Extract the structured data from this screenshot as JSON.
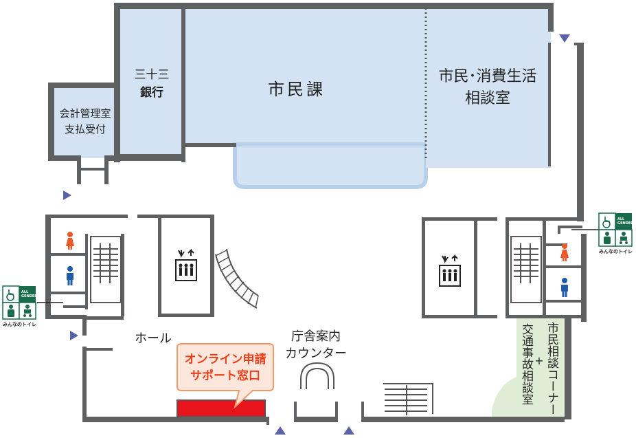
{
  "rooms": {
    "bank": [
      "三十三",
      "銀行"
    ],
    "accounting": [
      "会計管理室",
      "支払受付"
    ],
    "shiminka": "市民課",
    "consumer": [
      "市民･消費生活",
      "相談室"
    ],
    "hall": "ホール",
    "info": [
      "庁舎案内",
      "カウンター"
    ],
    "online_support": [
      "オンライン申請",
      "サポート窓口"
    ],
    "consult_corner": "市民相談コーナー",
    "traffic": "交通事故相談室",
    "plus": "+"
  },
  "toilet_sign": {
    "all_gender": [
      "ALL",
      "GENDER"
    ],
    "caption": "みんなのトイレ"
  },
  "colors": {
    "wall": "#5f6061",
    "room_blue": "#d3e3f3",
    "room_border": "#b9d0ea",
    "consult_green": "#dfecd6",
    "callout_fill": "#fde7dc",
    "callout_border": "#f19a67",
    "callout_text": "#e8411b",
    "counter_red": "#e8141c",
    "arrow": "#5a63a8",
    "female": "#e85a2a",
    "male": "#1e5ca8",
    "all_gender": "#1a6b4c"
  },
  "icons": [
    "elevator-icon",
    "female-toilet-icon",
    "male-toilet-icon",
    "wheelchair-icon",
    "baby-care-icon",
    "entrance-arrow-icon",
    "spiral-stair-icon",
    "staircase-icon",
    "door-arc-icon"
  ]
}
